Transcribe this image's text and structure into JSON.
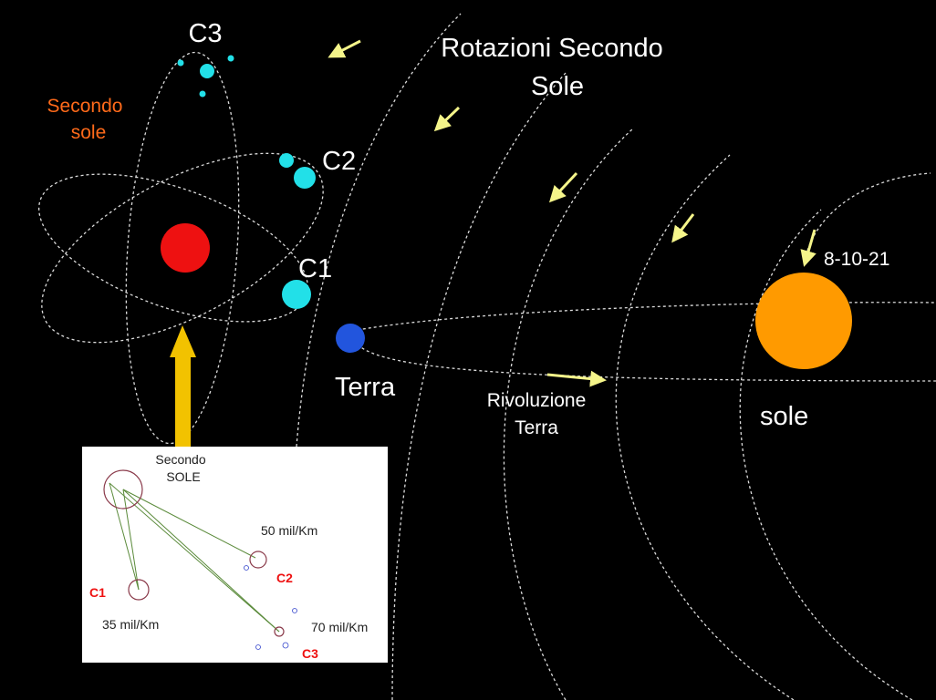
{
  "labels": {
    "title_line1": "Rotazioni Secondo",
    "title_line2": "Sole",
    "second_sun_line1": "Secondo",
    "second_sun_line2": "sole",
    "c3": "C3",
    "c2": "C2",
    "c1": "C1",
    "earth": "Terra",
    "revolution_line1": "Rivoluzione",
    "revolution_line2": "Terra",
    "sun": "sole",
    "date": "8-10-21"
  },
  "inset": {
    "title_line1": "Secondo",
    "title_line2": "SOLE",
    "c1": "C1",
    "c2": "C2",
    "c3": "C3",
    "d_c1": "35 mil/Km",
    "d_c2": "50 mil/Km",
    "d_c3": "70 mil/Km"
  },
  "colors": {
    "background": "#000000",
    "second_sun": "#ee1111",
    "moons": "#22e0e8",
    "earth": "#2255dd",
    "sun": "#ff9a00",
    "arrow": "#f5f58a",
    "up_arrow": "#f2c200",
    "second_sun_label": "#ff6a1a",
    "inset_red": "#ee1111"
  }
}
